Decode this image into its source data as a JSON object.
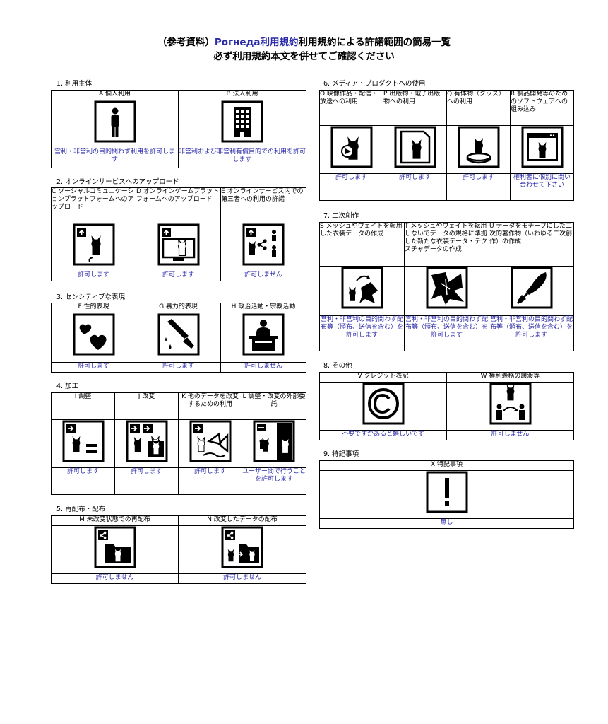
{
  "title": {
    "prefix": "（参考資料）",
    "link": "Pогнеда利用規約",
    "suffix": "利用規約による許諾範囲の簡易一覧",
    "line2": "必ず利用規約本文を併せてご確認ください"
  },
  "sections": {
    "s1": {
      "title": "1. 利用主体",
      "cols": [
        {
          "header": "A 個人利用",
          "icon": "person-icon",
          "status": "営利・非営利の目的問わず利用を許可します"
        },
        {
          "header": "B 法人利用",
          "icon": "building-icon",
          "status": "非営利および非営利有償目的での利用を許可します"
        }
      ]
    },
    "s2": {
      "title": "2. オンラインサービスへのアップロード",
      "cols": [
        {
          "header": "C ソーシャルコミュニケーションプラットフォームへのアップロード",
          "icon": "upload-cat-icon",
          "status": "許可します"
        },
        {
          "header": "D オンラインゲームプラットフォームへのアップロード",
          "icon": "game-upload-icon",
          "status": "許可します"
        },
        {
          "header": "E オンラインサービス内での第三者への利用の許諾",
          "icon": "share-users-icon",
          "status": "許可しません"
        }
      ]
    },
    "s3": {
      "title": "3. センシティブな表現",
      "cols": [
        {
          "header": "F 性的表現",
          "icon": "hearts-icon",
          "status": "許可します"
        },
        {
          "header": "G 暴力的表現",
          "icon": "knife-icon",
          "status": "許可します"
        },
        {
          "header": "H 政治活動・宗教活動",
          "icon": "podium-icon",
          "status": "許可しません"
        }
      ]
    },
    "s4": {
      "title": "4. 加工",
      "cols": [
        {
          "header": "I 調整",
          "icon": "adjust-icon",
          "status": "許可します"
        },
        {
          "header": "J 改変",
          "icon": "modify-icon",
          "status": "許可します"
        },
        {
          "header": "K 他のデータを改変するための利用",
          "icon": "bow-icon",
          "status": "許可します"
        },
        {
          "header": "L 調整・改変の外部委託",
          "icon": "outsource-icon",
          "status": "ユーザー間で行うことを許可します"
        }
      ]
    },
    "s5": {
      "title": "5. 再配布・配布",
      "cols": [
        {
          "header": "M 未改変状態での再配布",
          "icon": "folder-share-icon",
          "status": "許可しません"
        },
        {
          "header": "N 改変したデータの配布",
          "icon": "folder-modified-share-icon",
          "status": "許可しません"
        }
      ]
    },
    "s6": {
      "title": "6. メディア・プロダクトへの使用",
      "cols": [
        {
          "header": "O 映像作品・配信・放送への利用",
          "icon": "video-cat-icon",
          "status": "許可します"
        },
        {
          "header": "P 出版物・電子出版物への利用",
          "icon": "paper-cat-icon",
          "status": "許可します"
        },
        {
          "header": "Q 有体物（グッズ）への利用",
          "icon": "figure-cat-icon",
          "status": "許可します"
        },
        {
          "header": "R 製品開発等のためのソフトウェアへの組み込み",
          "icon": "software-cat-icon",
          "status": "権利者に個別に問い合わせて下さい"
        }
      ]
    },
    "s7": {
      "title": "7. 二次創作",
      "cols": [
        {
          "header": "S メッシュやウェイトを転用した衣装データの作成",
          "icon": "cloth-cat-icon",
          "status": "営利・非営利の目的問わず配布等（頒布、送信を含む）を許可します"
        },
        {
          "header": "T メッシュやウェイトを転用しないでデータの規格に準拠した新たな衣装データ・テクスチャデータの作成",
          "icon": "cloth-icon",
          "status": "営利・非営利の目的問わず配布等（頒布、送信を含む）を許可します"
        },
        {
          "header": "U データをモチーフにした二次的著作物（いわゆる二次創作）の作成",
          "icon": "pen-icon",
          "status": "営利・非営利の目的問わず配布等（頒布、送信を含む）を許可します"
        }
      ]
    },
    "s8": {
      "title": "8. その他",
      "cols": [
        {
          "header": "V クレジット表記",
          "icon": "copyright-icon",
          "status": "不要ですがあると嬉しいです"
        },
        {
          "header": "W 権利義務の譲渡等",
          "icon": "transfer-icon",
          "status": "許可しません"
        }
      ]
    },
    "s9": {
      "title": "9. 特記事項",
      "cols": [
        {
          "header": "X 特記事項",
          "icon": "exclamation-icon",
          "status": "無し"
        }
      ]
    }
  }
}
